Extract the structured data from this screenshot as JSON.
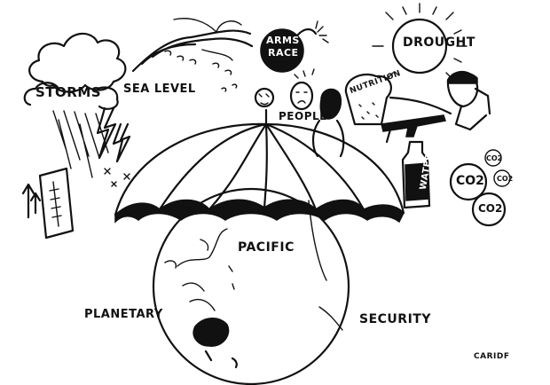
{
  "labels": {
    "storms": "STORMS",
    "sea_level": "SEA LEVEL",
    "arms_race_line1": "ARMS",
    "arms_race_line2": "RACE",
    "drought": "DROUGHT",
    "nutrition": "NUTRITION",
    "people": "PEOPLE",
    "water": "WATER",
    "pacific": "PACIFIC",
    "planetary": "PLANETARY",
    "security": "SECURITY",
    "signature": "CARIDF"
  },
  "co2_bubbles": [
    "CO2",
    "CO2",
    "CO2",
    "CO2"
  ],
  "icons": [
    "cloud-icon",
    "wave-icon",
    "bomb-icon",
    "sun-icon",
    "bread-icon",
    "rifle-icon",
    "water-bottle-icon",
    "thermometer-icon",
    "umbrella-icon",
    "globe-icon"
  ],
  "colors": {
    "ink": "#111111",
    "paper": "#ffffff"
  }
}
